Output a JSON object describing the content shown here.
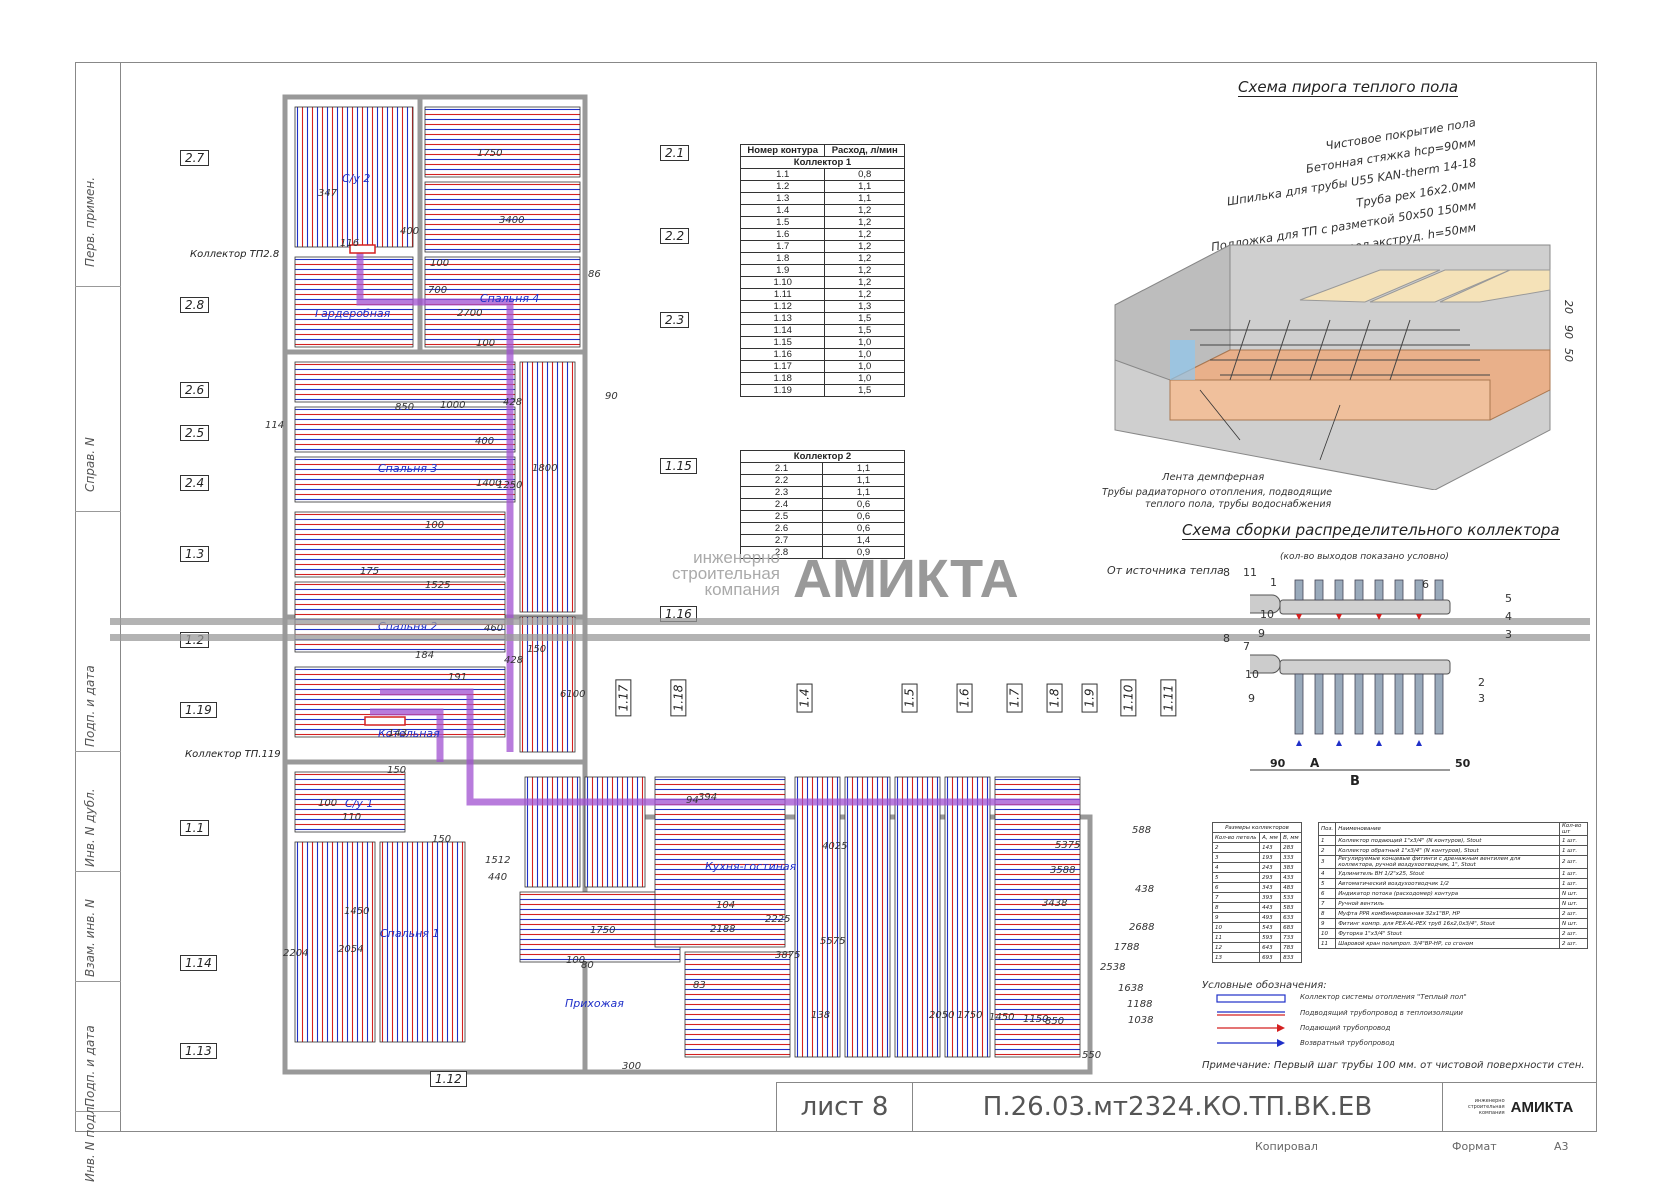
{
  "stamp": {
    "perv_primen": "Перв. примен.",
    "sprav_n": "Справ. N",
    "podp_data_1": "Подп. и дата",
    "inv_dubl": "Инв. N дубл.",
    "vzam_inv": "Взам. инв. N",
    "podp_data_2": "Подп. и дата",
    "inv_podl": "Инв. N подл."
  },
  "table1": {
    "headers": [
      "Номер контура",
      "Расход, л/мин"
    ],
    "group": "Коллектор 1",
    "rows": [
      [
        "1.1",
        "0,8"
      ],
      [
        "1.2",
        "1,1"
      ],
      [
        "1.3",
        "1,1"
      ],
      [
        "1.4",
        "1,2"
      ],
      [
        "1.5",
        "1,2"
      ],
      [
        "1.6",
        "1,2"
      ],
      [
        "1.7",
        "1,2"
      ],
      [
        "1.8",
        "1,2"
      ],
      [
        "1.9",
        "1,2"
      ],
      [
        "1.10",
        "1,2"
      ],
      [
        "1.11",
        "1,2"
      ],
      [
        "1.12",
        "1,3"
      ],
      [
        "1.13",
        "1,5"
      ],
      [
        "1.14",
        "1,5"
      ],
      [
        "1.15",
        "1,0"
      ],
      [
        "1.16",
        "1,0"
      ],
      [
        "1.17",
        "1,0"
      ],
      [
        "1.18",
        "1,0"
      ],
      [
        "1.19",
        "1,5"
      ]
    ]
  },
  "table2": {
    "group": "Коллектор 2",
    "rows": [
      [
        "2.1",
        "1,1"
      ],
      [
        "2.2",
        "1,1"
      ],
      [
        "2.3",
        "1,1"
      ],
      [
        "2.4",
        "0,6"
      ],
      [
        "2.5",
        "0,6"
      ],
      [
        "2.6",
        "0,6"
      ],
      [
        "2.7",
        "1,4"
      ],
      [
        "2.8",
        "0,9"
      ]
    ]
  },
  "pie": {
    "title": "Схема пирога теплого пола",
    "layers": [
      "Чистовое покрытие пола",
      "Бетонная стяжка hср=90мм",
      "Шпилька для трубы U55 KAN-therm 14-18",
      "Труба pex 16x2.0мм",
      "Подложка для ТП с разметкой 50x50 150мм",
      "Пенополистирол экструд. h=50мм"
    ],
    "tape_label": "Лента демпферная",
    "pipes_label_1": "Трубы радиаторного отопления, подводящие",
    "pipes_label_2": "теплого пола, трубы водоснабжения",
    "dims": [
      "20",
      "90",
      "50"
    ]
  },
  "collector": {
    "title": "Схема сборки распределительного коллектора",
    "subtitle": "(кол-во выходов показано условно)",
    "source": "От источника тепла",
    "dim_a": "A",
    "dim_b": "B",
    "dim_90": "90",
    "dim_50": "50",
    "numbers": [
      "8",
      "11",
      "1",
      "6",
      "5",
      "4",
      "3",
      "8",
      "7",
      "9",
      "2",
      "10",
      "9",
      "3",
      "10"
    ]
  },
  "plan": {
    "rooms": [
      "С/у 2",
      "Гардеробная",
      "Спальня 4",
      "Спальня 3",
      "Спальня 2",
      "Котельная",
      "С/у 1",
      "Спальня 1",
      "Прихожая",
      "Кухня-гостиная"
    ],
    "collector_labels": [
      "Коллектор ТП2.8",
      "Коллектор ТП.119"
    ],
    "left_tags": [
      "2.7",
      "2.8",
      "2.6",
      "2.5",
      "2.4",
      "1.3",
      "1.2",
      "1.19",
      "1.1",
      "1.14",
      "1.13"
    ],
    "right_tags": [
      "2.1",
      "2.2",
      "2.3",
      "1.15",
      "1.16"
    ],
    "bottom_tag": "1.12",
    "top_tags": [
      "1.17",
      "1.18",
      "1.4",
      "1.5",
      "1.6",
      "1.7",
      "1.8",
      "1.9",
      "1.10",
      "1.11"
    ],
    "dims": [
      "347",
      "400",
      "116",
      "100",
      "700",
      "1750",
      "3400",
      "86",
      "2700",
      "100",
      "90",
      "428",
      "850",
      "1000",
      "114",
      "400",
      "1800",
      "1400",
      "1250",
      "100",
      "1525",
      "175",
      "460",
      "428",
      "150",
      "184",
      "191",
      "6100",
      "143",
      "150",
      "100",
      "110",
      "150",
      "440",
      "1512",
      "1450",
      "2054",
      "2204",
      "104",
      "1750",
      "2188",
      "2225",
      "3875",
      "4025",
      "5575",
      "5375",
      "3588",
      "3438",
      "2688",
      "1788",
      "2538",
      "1638",
      "1188",
      "1038",
      "588",
      "438",
      "138",
      "2050",
      "1750",
      "1450",
      "1150",
      "850",
      "550",
      "300",
      "83",
      "80",
      "100",
      "94",
      "394"
    ]
  },
  "sizes_table": {
    "title": "Размеры коллекторов",
    "headers": [
      "Кол-во петель",
      "A, мм",
      "B, мм"
    ],
    "rows": [
      [
        "2",
        "143",
        "283"
      ],
      [
        "3",
        "193",
        "333"
      ],
      [
        "4",
        "243",
        "383"
      ],
      [
        "5",
        "293",
        "433"
      ],
      [
        "6",
        "343",
        "483"
      ],
      [
        "7",
        "393",
        "533"
      ],
      [
        "8",
        "443",
        "583"
      ],
      [
        "9",
        "493",
        "633"
      ],
      [
        "10",
        "543",
        "683"
      ],
      [
        "11",
        "593",
        "733"
      ],
      [
        "12",
        "643",
        "783"
      ],
      [
        "13",
        "693",
        "833"
      ]
    ]
  },
  "spec_table": {
    "headers": [
      "Поз.",
      "Наименование",
      "Кол-во шт"
    ],
    "rows": [
      [
        "1",
        "Коллектор подающий 1\"х3/4\" (N контуров), Stout",
        "1 шт."
      ],
      [
        "2",
        "Коллектор обратный 1\"х3/4\" (N контуров), Stout",
        "1 шт."
      ],
      [
        "3",
        "Регулируемые концевые фитинги с дренажным вентилем для коллектора, ручной воздухоотводчик, 1\", Stout",
        "2 шт."
      ],
      [
        "4",
        "Удлинитель ВН 1/2\"х25, Stout",
        "1 шт."
      ],
      [
        "5",
        "Автоматический воздухоотводчик 1/2",
        "1 шт."
      ],
      [
        "6",
        "Индикатор потока (расходомер) контура",
        "N шт."
      ],
      [
        "7",
        "Ручной вентиль",
        "N шт."
      ],
      [
        "8",
        "Муфта PPR комбинированная 32x1\"ВР, HP",
        "2 шт."
      ],
      [
        "9",
        "Фитинг компр. для PEX-AL-PEX труб 16x2,0x3/4\", Stout",
        "N шт."
      ],
      [
        "10",
        "Футорка 1\"x3/4\" Stout",
        "2 шт."
      ],
      [
        "11",
        "Шаровой кран полипроп. 3/4\"ВР-НР, со сгоном",
        "2 шт."
      ]
    ]
  },
  "legend": {
    "title": "Условные обозначения:",
    "items": [
      "Коллектор системы отопления \"Теплый пол\"",
      "Подводящий трубопровод в теплоизоляции",
      "Подающий трубопровод",
      "Возвратный трубопровод"
    ]
  },
  "note": "Примечание: Первый шаг трубы 100 мм. от чистовой поверхности стен.",
  "title_block": {
    "sheet": "лист 8",
    "code": "П.26.03.мт2324.КО.ТП.ВК.ЕВ",
    "logo_small": "инженерно строительная компания",
    "logo": "АМИКТА",
    "copied": "Копировал",
    "format_label": "Формат",
    "format": "А3"
  },
  "watermark": {
    "line1": "инженерно",
    "line2": "строительная",
    "line3": "компания",
    "brand": "АМИКТА"
  },
  "colors": {
    "supply": "#d42020",
    "return": "#1f2fc8",
    "feeder": "#a050d0",
    "wall": "#aaaaaa"
  }
}
